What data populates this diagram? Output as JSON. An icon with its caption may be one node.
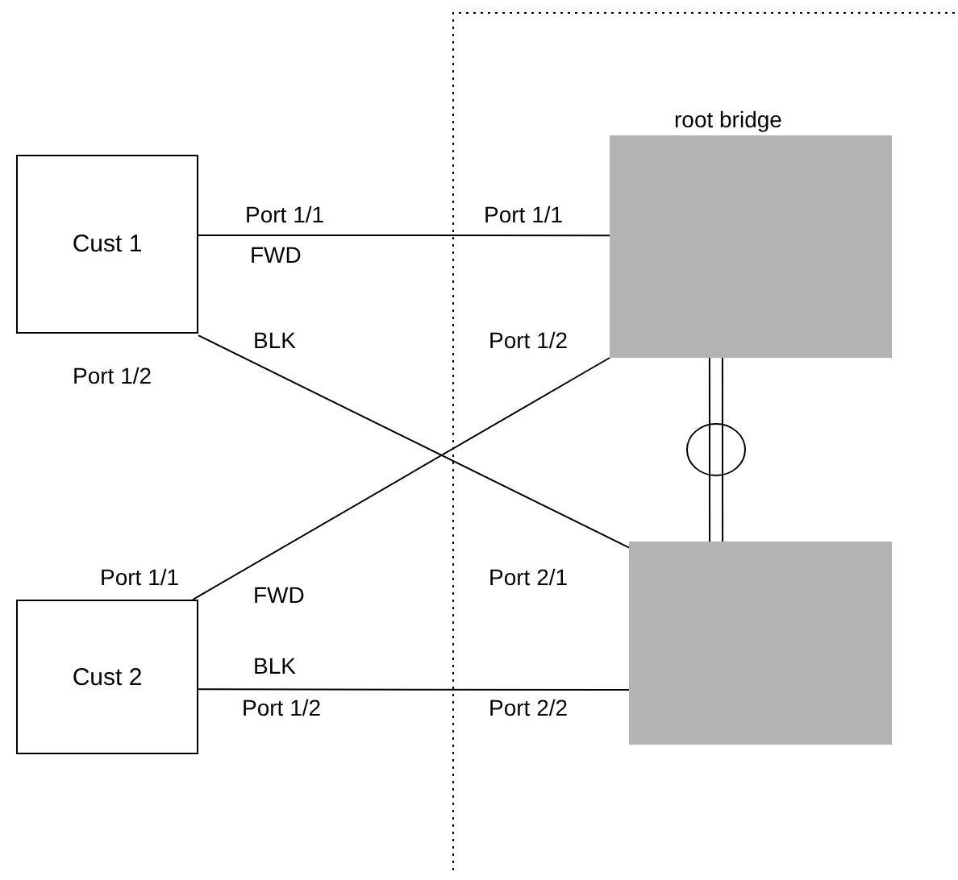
{
  "diagram": {
    "nodes": [
      {
        "text": [
          "Cust 1"
        ]
      },
      {
        "text": [
          "Cust 2"
        ]
      },
      {
        "text": [
          "root bridge"
        ]
      },
      {
        "text": [],
        "shape": "box"
      }
    ],
    "edges": [
      {
        "from": 0,
        "to": 2,
        "arrow": "none"
      },
      {
        "from": 0,
        "to": 3,
        "arrow": "none"
      },
      {
        "from": 1,
        "to": 2,
        "arrow": "none"
      },
      {
        "from": 1,
        "to": 3,
        "arrow": "none"
      },
      {
        "from": 2,
        "to": 3,
        "arrow": "none"
      }
    ],
    "labels": [
      "Port 1/1",
      "Port 1/1",
      "FWD",
      "BLK",
      "Port 1/2",
      "Port 1/2",
      "Port 1/1",
      "Port 2/1",
      "FWD",
      "BLK",
      "Port 1/2",
      "Port 2/2"
    ]
  }
}
